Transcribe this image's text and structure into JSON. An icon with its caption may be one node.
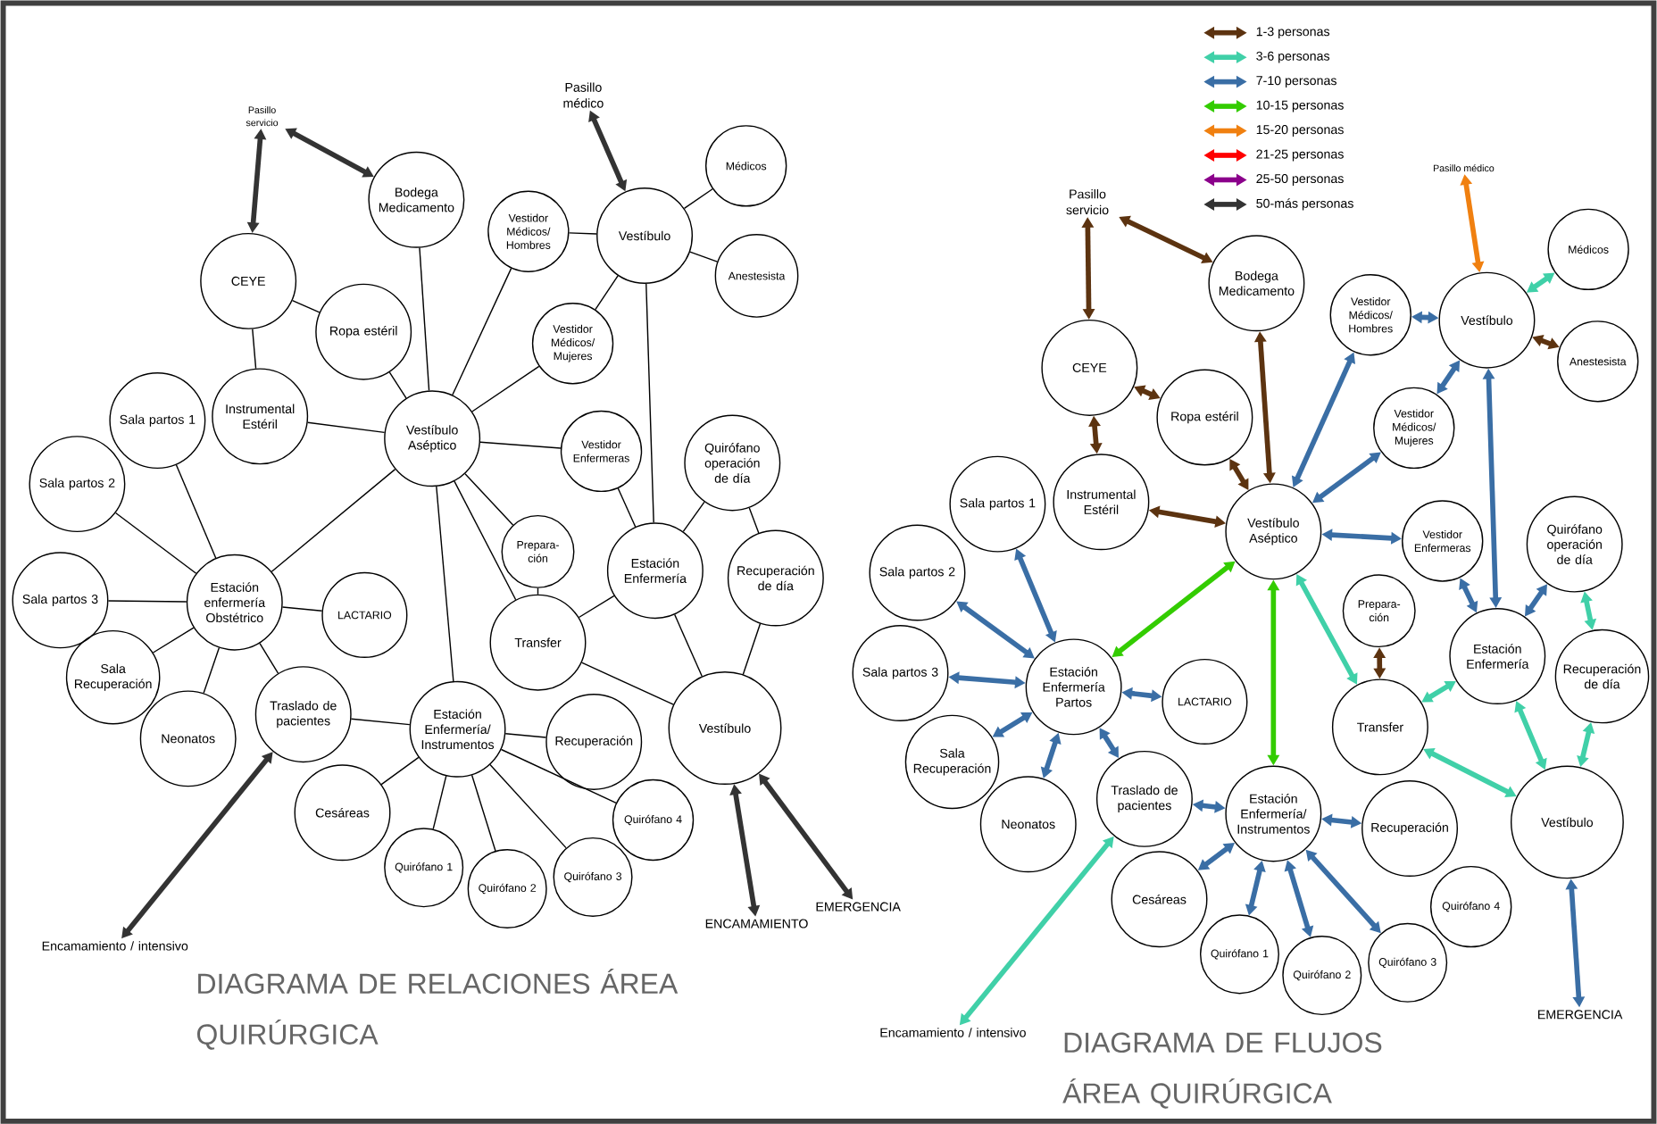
{
  "diagram": {
    "nodes": [
      {
        "text": [
          "Pasillo servicio"
        ]
      },
      {
        "text": [
          "Pasillo médico"
        ]
      },
      {
        "text": [
          "Bodega Medicamento"
        ]
      },
      {
        "text": [
          "CEYE"
        ]
      },
      {
        "text": [
          "Ropa estéril"
        ]
      },
      {
        "text": [
          "Vestidor Médicos/ Hombres"
        ]
      },
      {
        "text": [
          "Vestíbulo"
        ]
      },
      {
        "text": [
          "Médicos"
        ]
      },
      {
        "text": [
          "Anestesista"
        ]
      },
      {
        "text": [
          "Vestidor Médicos/ Mujeres"
        ]
      },
      {
        "text": [
          "Instrumental Estéril"
        ]
      },
      {
        "text": [
          "Vestíbulo Aséptico"
        ]
      },
      {
        "text": [
          "Sala partos 1"
        ]
      },
      {
        "text": [
          "Vestidor Enfermeras"
        ]
      },
      {
        "text": [
          "Quirófano operación de día"
        ]
      },
      {
        "text": [
          "Sala partos 2"
        ]
      },
      {
        "text": [
          "Prepara- ción"
        ]
      },
      {
        "text": [
          "Estación Enfermería"
        ]
      },
      {
        "text": [
          "Sala partos 3"
        ]
      },
      {
        "text": [
          "Estación enfermería Obstétrico"
        ]
      },
      {
        "text": [
          "LACTARIO"
        ]
      },
      {
        "text": [
          "Recuperación de día"
        ]
      },
      {
        "text": [
          "Transfer"
        ]
      },
      {
        "text": [
          "Sala Recuperación"
        ]
      },
      {
        "text": [
          "Neonatos"
        ]
      },
      {
        "text": [
          "Traslado de pacientes"
        ]
      },
      {
        "text": [
          "Estación Enfermería/ Instrumentos"
        ]
      },
      {
        "text": [
          "Recuperación"
        ]
      },
      {
        "text": [
          "Vestíbulo"
        ]
      },
      {
        "text": [
          "Cesáreas"
        ]
      },
      {
        "text": [
          "Quirófano 4"
        ]
      },
      {
        "text": [
          "Quirófano 1"
        ]
      },
      {
        "text": [
          "Quirófano 2"
        ]
      },
      {
        "text": [
          "Quirófano 3"
        ]
      },
      {
        "text": [
          "Encamamiento / intensivo"
        ]
      },
      {
        "text": [
          "EMERGENCIA"
        ]
      },
      {
        "text": [
          "ENCAMAMIENTO"
        ]
      },
      {
        "text": [
          "Pasillo servicio"
        ]
      },
      {
        "text": [
          "Pasillo médico"
        ]
      },
      {
        "text": [
          "Bodega Medicamento"
        ]
      },
      {
        "text": [
          "CEYE"
        ]
      },
      {
        "text": [
          "Ropa estéril"
        ]
      },
      {
        "text": [
          "Vestidor Médicos/ Hombres"
        ]
      },
      {
        "text": [
          "Vestíbulo"
        ]
      },
      {
        "text": [
          "Médicos"
        ]
      },
      {
        "text": [
          "Anestesista"
        ]
      },
      {
        "text": [
          "Vestidor Médicos/ Mujeres"
        ]
      },
      {
        "text": [
          "Instrumental Estéril"
        ]
      },
      {
        "text": [
          "Vestíbulo Aséptico"
        ]
      },
      {
        "text": [
          "Sala partos 1"
        ]
      },
      {
        "text": [
          "Vestidor Enfermeras"
        ]
      },
      {
        "text": [
          "Quirófano operación de día"
        ]
      },
      {
        "text": [
          "Sala partos 2"
        ]
      },
      {
        "text": [
          "Prepara- ción"
        ]
      },
      {
        "text": [
          "Sala partos 3"
        ]
      },
      {
        "text": [
          "Estación Enfermería Partos"
        ]
      },
      {
        "text": [
          "Estación Enfermería"
        ]
      },
      {
        "text": [
          "LACTARIO"
        ]
      },
      {
        "text": [
          "Recuperación de día"
        ]
      },
      {
        "text": [
          "Transfer"
        ]
      },
      {
        "text": [
          "Sala Recuperación"
        ]
      },
      {
        "text": [
          "Neonatos"
        ]
      },
      {
        "text": [
          "Traslado de pacientes"
        ]
      },
      {
        "text": [
          "Estación Enfermería/ Instrumentos"
        ]
      },
      {
        "text": [
          "Recuperación"
        ]
      },
      {
        "text": [
          "Vestíbulo"
        ]
      },
      {
        "text": [
          "Cesáreas"
        ]
      },
      {
        "text": [
          "Quirófano 4"
        ]
      },
      {
        "text": [
          "Quirófano 1"
        ]
      },
      {
        "text": [
          "Quirófano 2"
        ]
      },
      {
        "text": [
          "Quirófano 3"
        ]
      },
      {
        "text": [
          "Encamamiento / intensivo"
        ]
      },
      {
        "text": [
          "EMERGENCIA"
        ]
      }
    ],
    "edges": [
      {
        "from": 0,
        "to": 3,
        "arrow": "both",
        "color": "#333333"
      },
      {
        "from": 0,
        "to": 2,
        "arrow": "both",
        "color": "#333333"
      },
      {
        "from": 1,
        "to": 6,
        "arrow": "both",
        "color": "#333333"
      },
      {
        "from": 3,
        "to": 4,
        "arrow": "none"
      },
      {
        "from": 3,
        "to": 10,
        "arrow": "none"
      },
      {
        "from": 2,
        "to": 11,
        "arrow": "none"
      },
      {
        "from": 4,
        "to": 11,
        "arrow": "none"
      },
      {
        "from": 10,
        "to": 11,
        "arrow": "none"
      },
      {
        "from": 5,
        "to": 11,
        "arrow": "none"
      },
      {
        "from": 9,
        "to": 11,
        "arrow": "none"
      },
      {
        "from": 13,
        "to": 11,
        "arrow": "none"
      },
      {
        "from": 11,
        "to": 16,
        "arrow": "none"
      },
      {
        "from": 11,
        "to": 22,
        "arrow": "none"
      },
      {
        "from": 11,
        "to": 19,
        "arrow": "none"
      },
      {
        "from": 11,
        "to": 26,
        "arrow": "none"
      },
      {
        "from": 5,
        "to": 6,
        "arrow": "none"
      },
      {
        "from": 6,
        "to": 7,
        "arrow": "none"
      },
      {
        "from": 6,
        "to": 8,
        "arrow": "none"
      },
      {
        "from": 6,
        "to": 9,
        "arrow": "none"
      },
      {
        "from": 6,
        "to": 17,
        "arrow": "none"
      },
      {
        "from": 13,
        "to": 17,
        "arrow": "none"
      },
      {
        "from": 14,
        "to": 17,
        "arrow": "none"
      },
      {
        "from": 14,
        "to": 21,
        "arrow": "none"
      },
      {
        "from": 16,
        "to": 22,
        "arrow": "none"
      },
      {
        "from": 22,
        "to": 17,
        "arrow": "none"
      },
      {
        "from": 22,
        "to": 28,
        "arrow": "none"
      },
      {
        "from": 17,
        "to": 28,
        "arrow": "none"
      },
      {
        "from": 21,
        "to": 28,
        "arrow": "none"
      },
      {
        "from": 12,
        "to": 19,
        "arrow": "none"
      },
      {
        "from": 15,
        "to": 19,
        "arrow": "none"
      },
      {
        "from": 18,
        "to": 19,
        "arrow": "none"
      },
      {
        "from": 23,
        "to": 19,
        "arrow": "none"
      },
      {
        "from": 24,
        "to": 19,
        "arrow": "none"
      },
      {
        "from": 19,
        "to": 20,
        "arrow": "none"
      },
      {
        "from": 19,
        "to": 25,
        "arrow": "none"
      },
      {
        "from": 25,
        "to": 26,
        "arrow": "none"
      },
      {
        "from": 26,
        "to": 27,
        "arrow": "none"
      },
      {
        "from": 26,
        "to": 29,
        "arrow": "none"
      },
      {
        "from": 26,
        "to": 31,
        "arrow": "none"
      },
      {
        "from": 26,
        "to": 32,
        "arrow": "none"
      },
      {
        "from": 26,
        "to": 33,
        "arrow": "none"
      },
      {
        "from": 26,
        "to": 30,
        "arrow": "none"
      },
      {
        "from": 34,
        "to": 25,
        "arrow": "both",
        "color": "#333333"
      },
      {
        "from": 28,
        "to": 36,
        "arrow": "both",
        "color": "#333333"
      },
      {
        "from": 28,
        "to": 35,
        "arrow": "both",
        "color": "#333333"
      },
      {
        "from": 37,
        "to": 40,
        "arrow": "both",
        "color": "#5c3310"
      },
      {
        "from": 37,
        "to": 39,
        "arrow": "both",
        "color": "#5c3310"
      },
      {
        "from": 38,
        "to": 43,
        "arrow": "both",
        "color": "#f08010"
      },
      {
        "from": 40,
        "to": 41,
        "arrow": "both",
        "color": "#5c3310"
      },
      {
        "from": 40,
        "to": 47,
        "arrow": "both",
        "color": "#5c3310"
      },
      {
        "from": 39,
        "to": 48,
        "arrow": "both",
        "color": "#5c3310"
      },
      {
        "from": 41,
        "to": 48,
        "arrow": "both",
        "color": "#5c3310"
      },
      {
        "from": 47,
        "to": 48,
        "arrow": "both",
        "color": "#5c3310"
      },
      {
        "from": 42,
        "to": 48,
        "arrow": "both",
        "color": "#3a6ea5"
      },
      {
        "from": 46,
        "to": 48,
        "arrow": "both",
        "color": "#3a6ea5"
      },
      {
        "from": 50,
        "to": 48,
        "arrow": "both",
        "color": "#3a6ea5"
      },
      {
        "from": 42,
        "to": 43,
        "arrow": "both",
        "color": "#3a6ea5"
      },
      {
        "from": 46,
        "to": 43,
        "arrow": "both",
        "color": "#3a6ea5"
      },
      {
        "from": 43,
        "to": 44,
        "arrow": "both",
        "color": "#40d0a8"
      },
      {
        "from": 43,
        "to": 45,
        "arrow": "both",
        "color": "#5c3310"
      },
      {
        "from": 43,
        "to": 56,
        "arrow": "both",
        "color": "#3a6ea5"
      },
      {
        "from": 48,
        "to": 55,
        "arrow": "both",
        "color": "#33cc00"
      },
      {
        "from": 48,
        "to": 63,
        "arrow": "both",
        "color": "#33cc00"
      },
      {
        "from": 48,
        "to": 59,
        "arrow": "both",
        "color": "#40d0a8"
      },
      {
        "from": 53,
        "to": 59,
        "arrow": "both",
        "color": "#5c3310"
      },
      {
        "from": 50,
        "to": 56,
        "arrow": "both",
        "color": "#3a6ea5"
      },
      {
        "from": 51,
        "to": 56,
        "arrow": "both",
        "color": "#3a6ea5"
      },
      {
        "from": 51,
        "to": 58,
        "arrow": "both",
        "color": "#40d0a8"
      },
      {
        "from": 56,
        "to": 59,
        "arrow": "both",
        "color": "#40d0a8"
      },
      {
        "from": 56,
        "to": 65,
        "arrow": "both",
        "color": "#40d0a8"
      },
      {
        "from": 58,
        "to": 65,
        "arrow": "both",
        "color": "#40d0a8"
      },
      {
        "from": 59,
        "to": 65,
        "arrow": "both",
        "color": "#40d0a8"
      },
      {
        "from": 49,
        "to": 55,
        "arrow": "both",
        "color": "#3a6ea5"
      },
      {
        "from": 52,
        "to": 55,
        "arrow": "both",
        "color": "#3a6ea5"
      },
      {
        "from": 54,
        "to": 55,
        "arrow": "both",
        "color": "#3a6ea5"
      },
      {
        "from": 60,
        "to": 55,
        "arrow": "both",
        "color": "#3a6ea5"
      },
      {
        "from": 61,
        "to": 55,
        "arrow": "both",
        "color": "#3a6ea5"
      },
      {
        "from": 55,
        "to": 57,
        "arrow": "both",
        "color": "#3a6ea5"
      },
      {
        "from": 55,
        "to": 62,
        "arrow": "both",
        "color": "#3a6ea5"
      },
      {
        "from": 62,
        "to": 63,
        "arrow": "both",
        "color": "#3a6ea5"
      },
      {
        "from": 63,
        "to": 64,
        "arrow": "both",
        "color": "#3a6ea5"
      },
      {
        "from": 63,
        "to": 66,
        "arrow": "both",
        "color": "#3a6ea5"
      },
      {
        "from": 63,
        "to": 68,
        "arrow": "both",
        "color": "#3a6ea5"
      },
      {
        "from": 63,
        "to": 69,
        "arrow": "both",
        "color": "#3a6ea5"
      },
      {
        "from": 63,
        "to": 70,
        "arrow": "both",
        "color": "#3a6ea5"
      },
      {
        "from": 71,
        "to": 62,
        "arrow": "both",
        "color": "#40d0a8"
      },
      {
        "from": 65,
        "to": 72,
        "arrow": "both",
        "color": "#3a6ea5"
      }
    ],
    "labels": [
      "DIAGRAMA DE RELACIONES ÁREA QUIRÚRGICA",
      "DIAGRAMA DE FLUJOS ÁREA QUIRÚRGICA"
    ],
    "legend": [
      {
        "text": "1-3 personas",
        "color": "#5c3310"
      },
      {
        "text": "3-6 personas",
        "color": "#40d0a8"
      },
      {
        "text": "7-10 personas",
        "color": "#3a6ea5"
      },
      {
        "text": "10-15 personas",
        "color": "#33cc00"
      },
      {
        "text": "15-20 personas",
        "color": "#f08010"
      },
      {
        "text": "21-25 personas",
        "color": "#ff0000"
      },
      {
        "text": "25-50 personas",
        "color": "#8b008b"
      },
      {
        "text": "50-más personas",
        "color": "#333333"
      }
    ]
  }
}
